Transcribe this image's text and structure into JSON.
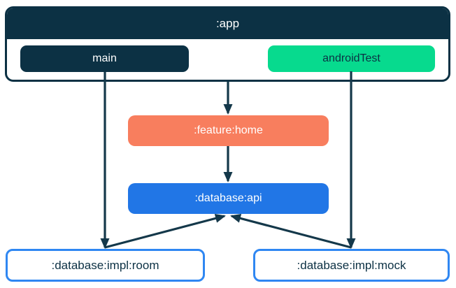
{
  "colors": {
    "navy": "#0c3144",
    "green": "#07da8e",
    "coral": "#f87e5e",
    "blue": "#2176e6",
    "outline": "#2f87f2",
    "edge": "#14384a",
    "bg": "#ffffff"
  },
  "app": {
    "label": ":app",
    "source_sets": [
      {
        "label": "main",
        "color": "navy"
      },
      {
        "label": "androidTest",
        "color": "green"
      }
    ]
  },
  "modules": [
    {
      "label": ":feature:home",
      "color": "coral"
    },
    {
      "label": ":database:api",
      "color": "blue"
    },
    {
      "label": ":database:impl:room",
      "color": "outline"
    },
    {
      "label": ":database:impl:mock",
      "color": "outline"
    }
  ],
  "edges": [
    {
      "from": ":app",
      "to": ":feature:home"
    },
    {
      "from": "main",
      "to": ":database:impl:room"
    },
    {
      "from": "androidTest",
      "to": ":database:impl:mock"
    },
    {
      "from": ":feature:home",
      "to": ":database:api"
    },
    {
      "from": ":database:impl:room",
      "to": ":database:api"
    },
    {
      "from": ":database:impl:mock",
      "to": ":database:api"
    }
  ]
}
